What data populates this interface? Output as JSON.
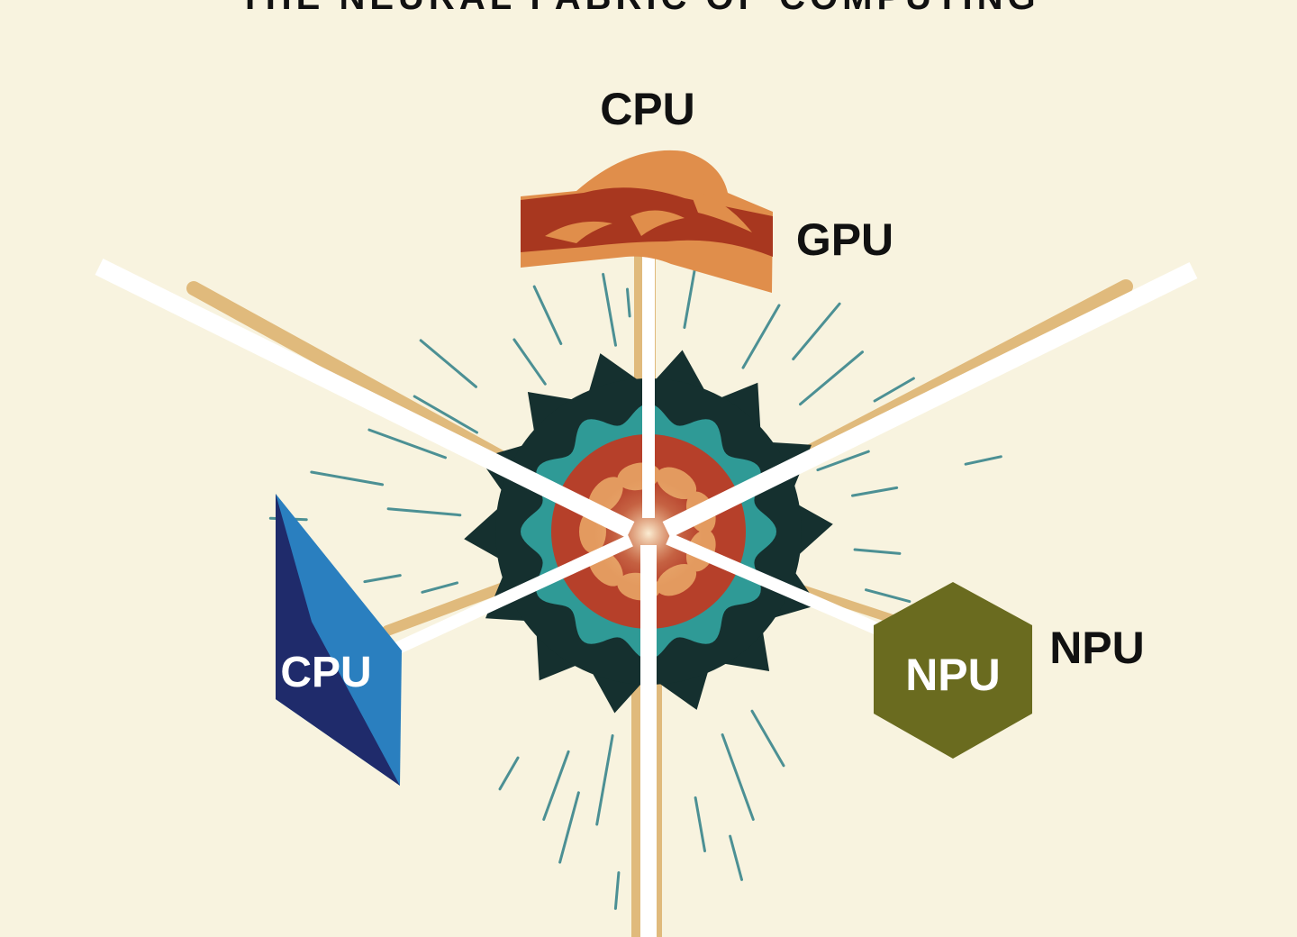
{
  "title": "THE NEURAL FABRIC OF COMPUTING",
  "labels": {
    "top_cpu": "CPU",
    "gpu": "GPU",
    "left_cpu": "CPU",
    "npu_badge": "NPU",
    "npu_side": "NPU"
  },
  "colors": {
    "background": "#f8f3df",
    "beam_white": "#ffffff",
    "beam_gold": "#d9a85c",
    "tick_teal": "#2f7f87",
    "core_dark": "#15302f",
    "core_teal": "#2f9a96",
    "core_red": "#b6402a",
    "core_orange": "#e39a5f",
    "gpu_red": "#a8371f",
    "gpu_orange": "#e08e4b",
    "cpu_blue_dark": "#1f2b6b",
    "cpu_blue_light": "#2a7fbf",
    "npu_olive": "#6a6b1f",
    "text_dark": "#111111",
    "text_light": "#ffffff"
  },
  "icons": {
    "core": "neural-core-icon",
    "gpu": "gpu-block-icon",
    "cpu": "cpu-prism-icon",
    "npu": "npu-hexagon-icon"
  }
}
